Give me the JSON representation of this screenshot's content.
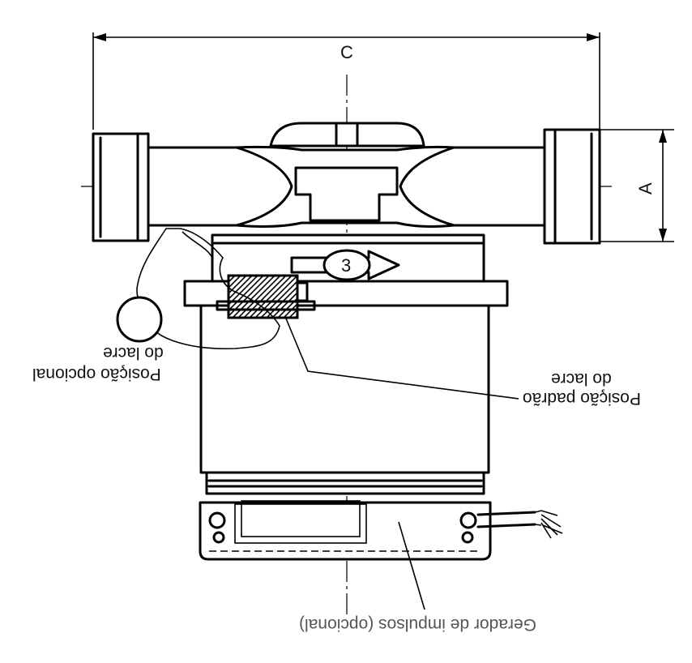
{
  "dimensions": {
    "width_label": "C",
    "height_label": "A"
  },
  "labels": {
    "optional_seal_line1": "do lacre",
    "optional_seal_line2": "Posição opcional",
    "standard_seal_line1": "do lacre",
    "standard_seal_line2": "Posição padrão",
    "pulse_generator": "Gerador de impulsos (opcional)"
  },
  "flow_symbol": "3"
}
